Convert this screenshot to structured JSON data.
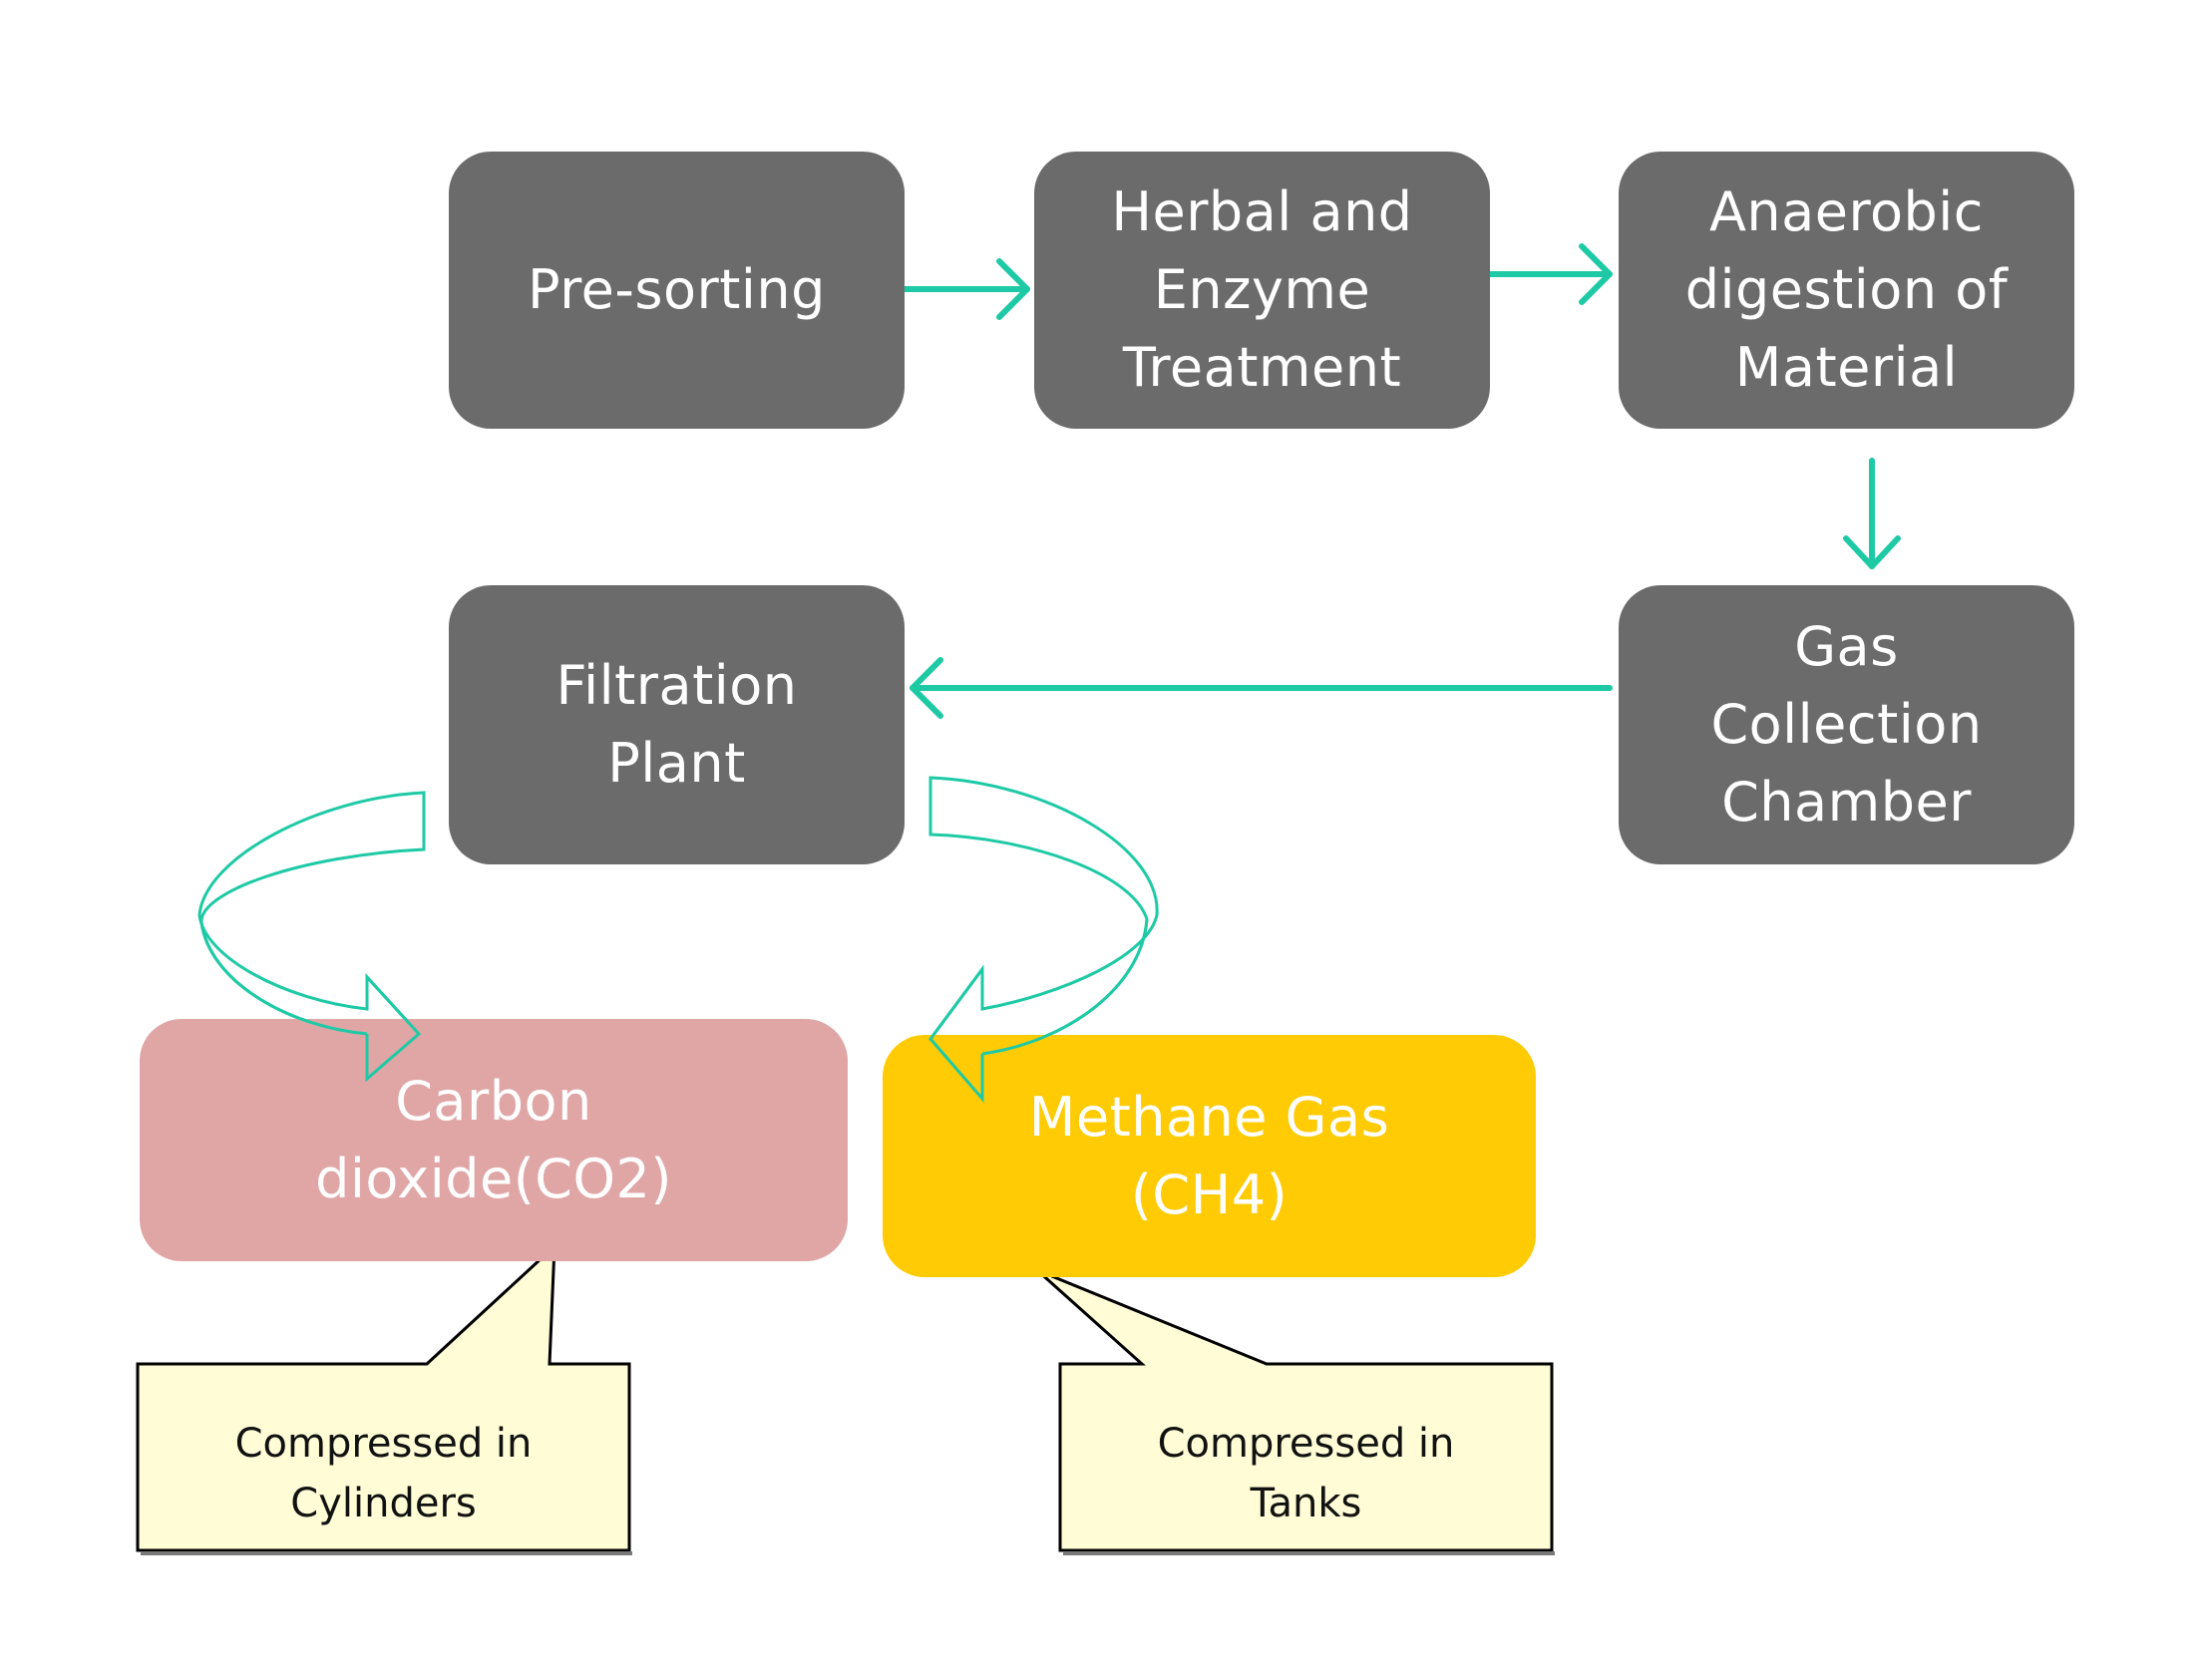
{
  "diagram": {
    "nodes": {
      "presorting": {
        "label": "Pre-sorting",
        "color": "#6b6b6b"
      },
      "herbal": {
        "label": "Herbal and\nEnzyme\nTreatment",
        "color": "#6b6b6b"
      },
      "anaerobic": {
        "label": "Anaerobic\ndigestion of\nMaterial",
        "color": "#6b6b6b"
      },
      "gas_collection": {
        "label": "Gas\nCollection\nChamber",
        "color": "#6b6b6b"
      },
      "filtration": {
        "label": "Filtration\nPlant",
        "color": "#6b6b6b"
      },
      "co2": {
        "label": "Carbon\ndioxide(CO2)",
        "color": "#e0a6a6"
      },
      "methane": {
        "label": "Methane Gas\n(CH4)",
        "color": "#ffcb05"
      }
    },
    "callouts": {
      "co2": {
        "label": "Compressed in\nCylinders",
        "fill": "#fffcd6"
      },
      "methane": {
        "label": "Compressed in\nTanks",
        "fill": "#fffcd6"
      }
    },
    "arrow_color": "#1ec9a5",
    "edges": [
      {
        "from": "presorting",
        "to": "herbal"
      },
      {
        "from": "herbal",
        "to": "anaerobic"
      },
      {
        "from": "anaerobic",
        "to": "gas_collection"
      },
      {
        "from": "gas_collection",
        "to": "filtration"
      },
      {
        "from": "filtration",
        "to": "co2"
      },
      {
        "from": "filtration",
        "to": "methane"
      }
    ]
  }
}
